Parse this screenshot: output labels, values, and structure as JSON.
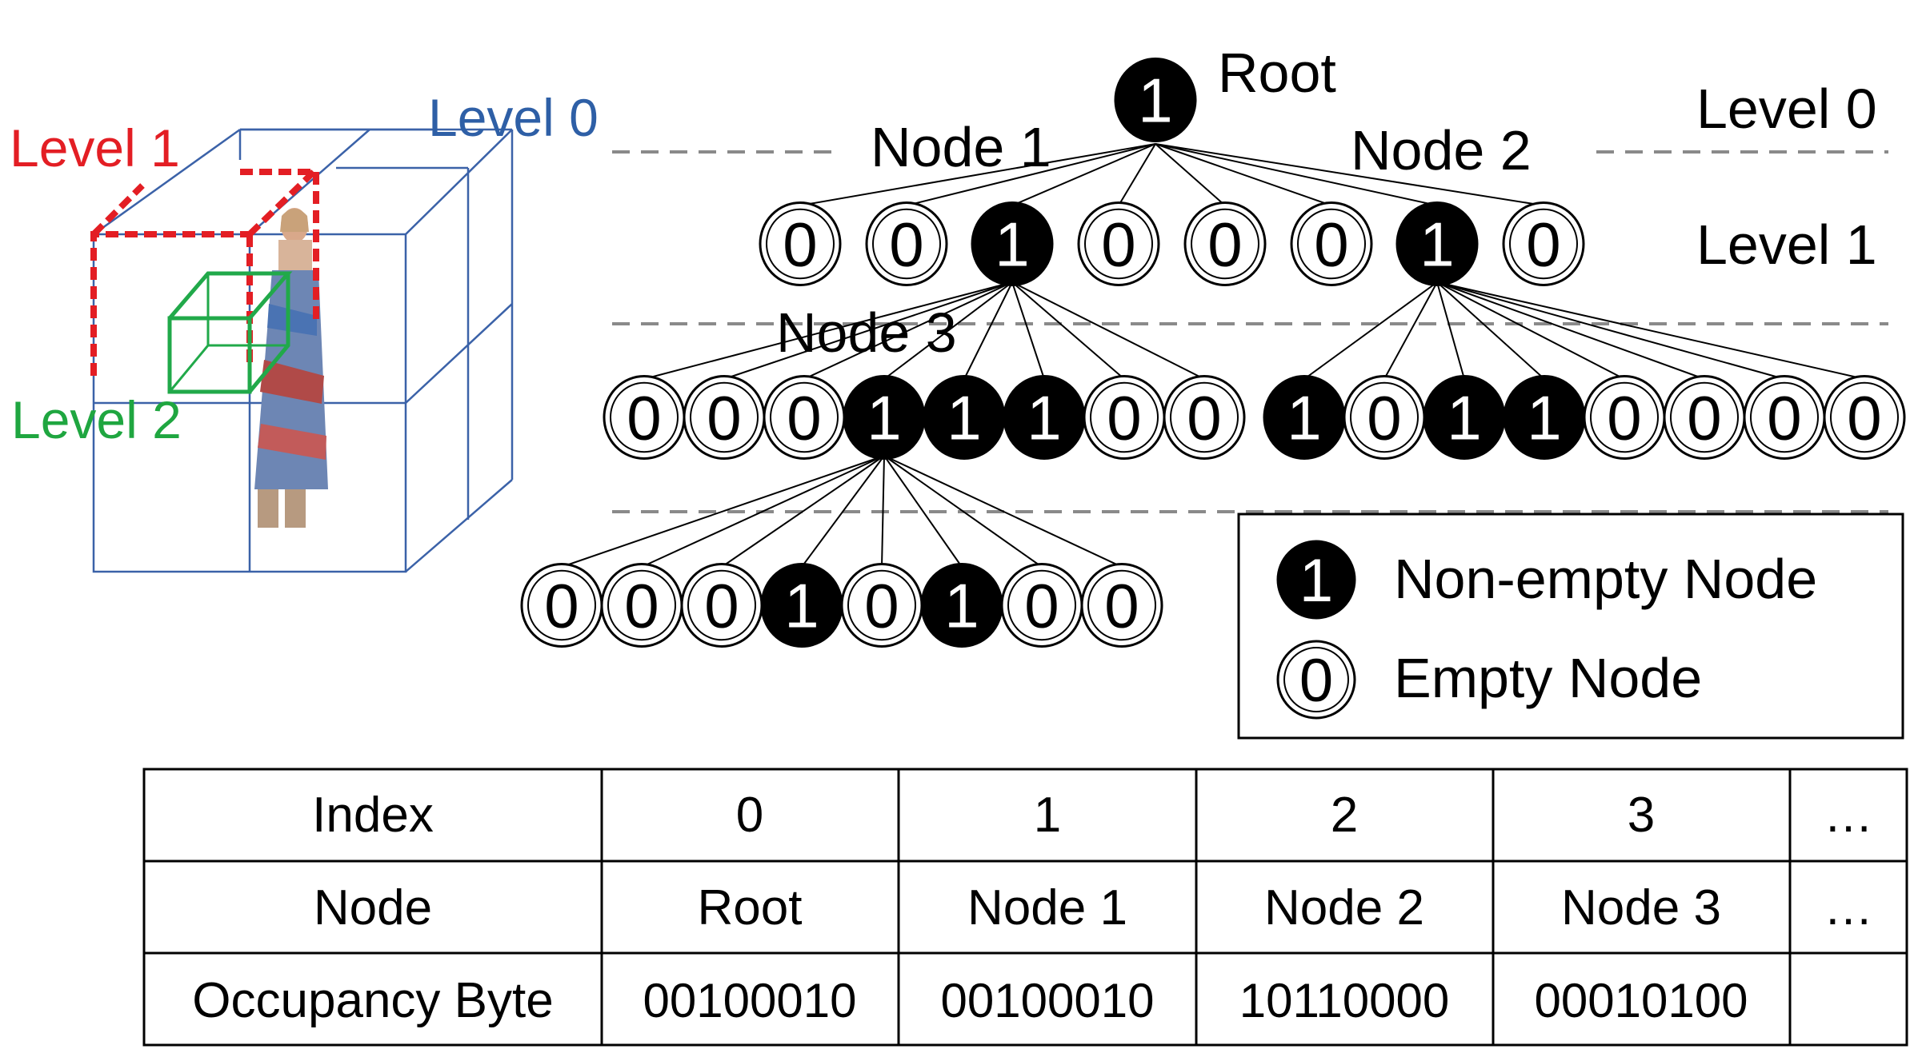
{
  "cube_labels": {
    "level0": "Level 0",
    "level1": "Level 1",
    "level2": "Level 2"
  },
  "tree": {
    "root_label": "Root",
    "node1_label": "Node 1",
    "node2_label": "Node 2",
    "node3_label": "Node 3",
    "level_labels": [
      "Level 0",
      "Level 1"
    ],
    "root_value": "1",
    "level1": [
      "0",
      "0",
      "1",
      "0",
      "0",
      "0",
      "1",
      "0"
    ],
    "level2_node1": [
      "0",
      "0",
      "0",
      "1",
      "1",
      "1",
      "0",
      "0"
    ],
    "level2_node2": [
      "1",
      "0",
      "1",
      "1",
      "0",
      "0",
      "0",
      "0"
    ],
    "level3_node3": [
      "0",
      "0",
      "0",
      "1",
      "0",
      "1",
      "0",
      "0"
    ]
  },
  "legend": {
    "filled_symbol": "1",
    "filled_label": "Non-empty Node",
    "empty_symbol": "0",
    "empty_label": "Empty Node"
  },
  "table": {
    "rows": [
      [
        "Index",
        "0",
        "1",
        "2",
        "3",
        "…"
      ],
      [
        "Node",
        "Root",
        "Node 1",
        "Node 2",
        "Node 3",
        "…"
      ],
      [
        "Occupancy Byte",
        "00100010",
        "00100010",
        "10110000",
        "00010100",
        ""
      ]
    ]
  },
  "colors": {
    "level0": "#2e5fa6",
    "level1": "#e31e24",
    "level2": "#1fa640",
    "filled": "#000000",
    "empty": "#ffffff",
    "dash": "#8a8a8a"
  }
}
